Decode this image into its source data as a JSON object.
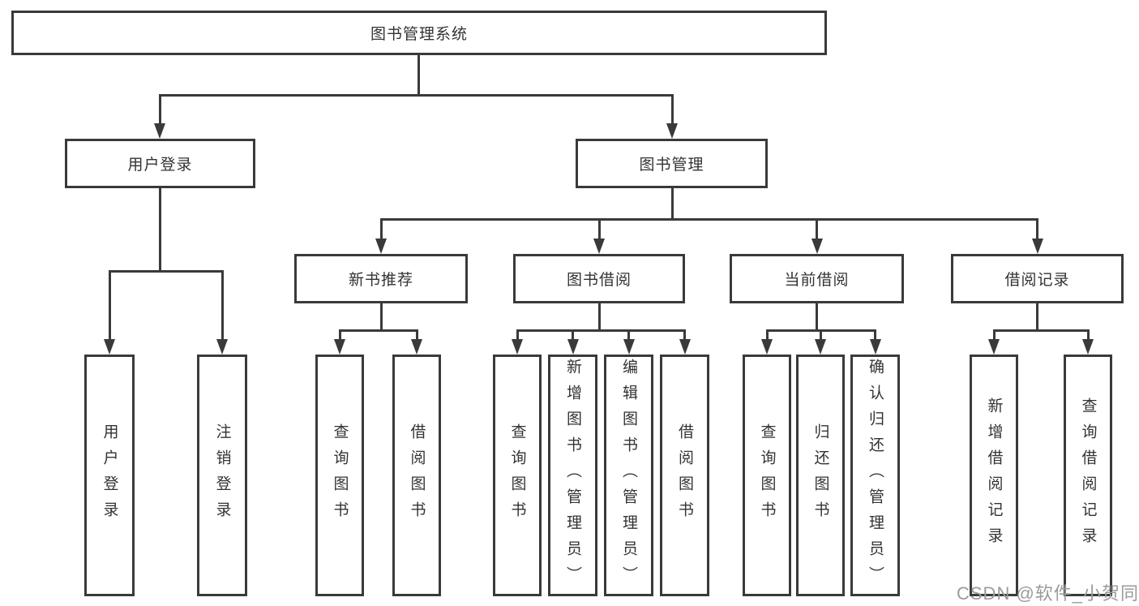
{
  "colors": {
    "background": "#ffffff",
    "box_border": "#3a3a3a",
    "connector_line": "#3a3a3a",
    "text": "#333333",
    "watermark_text": "#9b9b9b"
  },
  "tree": {
    "root": {
      "label": "图书管理系统",
      "children": [
        {
          "label": "用户登录",
          "children": [
            {
              "label": "用户登录"
            },
            {
              "label": "注销登录"
            }
          ]
        },
        {
          "label": "图书管理",
          "children": [
            {
              "label": "新书推荐",
              "children": [
                {
                  "label": "查询图书"
                },
                {
                  "label": "借阅图书"
                }
              ]
            },
            {
              "label": "图书借阅",
              "children": [
                {
                  "label": "查询图书"
                },
                {
                  "label": "新增图书（管理员）"
                },
                {
                  "label": "编辑图书（管理员）"
                },
                {
                  "label": "借阅图书"
                }
              ]
            },
            {
              "label": "当前借阅",
              "children": [
                {
                  "label": "查询图书"
                },
                {
                  "label": "归还图书"
                },
                {
                  "label": "确认归还（管理员）"
                }
              ]
            },
            {
              "label": "借阅记录",
              "children": [
                {
                  "label": "新增借阅记录"
                },
                {
                  "label": "查询借阅记录"
                }
              ]
            }
          ]
        }
      ]
    }
  },
  "watermark": "CSDN @软件_小贺同学"
}
